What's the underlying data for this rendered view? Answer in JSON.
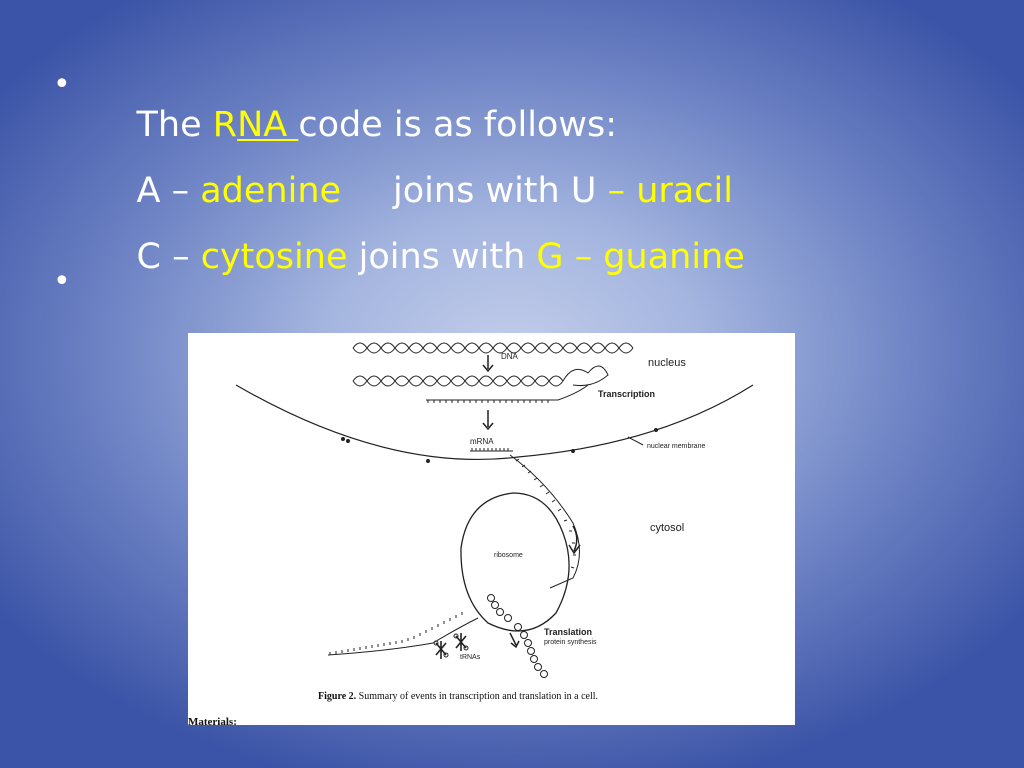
{
  "slide": {
    "bullet_char": "•",
    "line1": {
      "prefix": "The ",
      "r": "R",
      "na": "NA ",
      "suffix": "code is as follows:"
    },
    "line2": {
      "a": "A – ",
      "adenine": "adenine",
      "joins": "joins with U ",
      "uracil": "– uracil"
    },
    "line3": {
      "c": "C – ",
      "cytosine": "cytosine",
      "joins": " joins with ",
      "guanine": "G – guanine"
    }
  },
  "figure": {
    "labels": {
      "dna": "DNA",
      "nucleus": "nucleus",
      "transcription": "Transcription",
      "mrna": "mRNA",
      "nuclear_membrane": "nuclear membrane",
      "cytosol": "cytosol",
      "ribosome": "ribosome",
      "translation": "Translation",
      "protein_synthesis": "protein synthesis",
      "trnas": "tRNAs"
    },
    "caption_bold": "Figure 2.",
    "caption_text": "  Summary of events in transcription and translation in a cell.",
    "materials": "Materials:"
  },
  "colors": {
    "highlight": "#ffff00",
    "text": "#ffffff"
  }
}
